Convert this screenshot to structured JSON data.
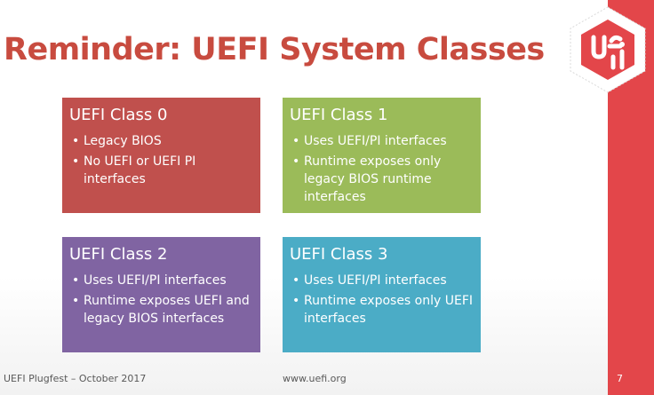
{
  "slide": {
    "title": "Reminder: UEFI System Classes",
    "boxes": [
      {
        "heading": "UEFI Class 0",
        "bullets": [
          "Legacy BIOS",
          "No UEFI or UEFI PI interfaces"
        ]
      },
      {
        "heading": "UEFI Class 1",
        "bullets": [
          "Uses UEFI/PI interfaces",
          "Runtime exposes only legacy BIOS runtime interfaces"
        ]
      },
      {
        "heading": "UEFI Class 2",
        "bullets": [
          "Uses UEFI/PI interfaces",
          "Runtime exposes UEFI and legacy BIOS interfaces"
        ]
      },
      {
        "heading": "UEFI Class 3",
        "bullets": [
          "Uses UEFI/PI interfaces",
          "Runtime exposes only UEFI interfaces"
        ]
      }
    ]
  },
  "footer": {
    "left": "UEFI Plugfest – October 2017",
    "center": "www.uefi.org",
    "page_number": "7"
  },
  "logo": {
    "icon": "uefi-logo-icon",
    "text": "uefi"
  },
  "colors": {
    "title": "#c84b3f",
    "sidebar": "#e3464a",
    "class0": "#c0504d",
    "class1": "#9bbb59",
    "class2": "#8064a2",
    "class3": "#4bacc6"
  }
}
